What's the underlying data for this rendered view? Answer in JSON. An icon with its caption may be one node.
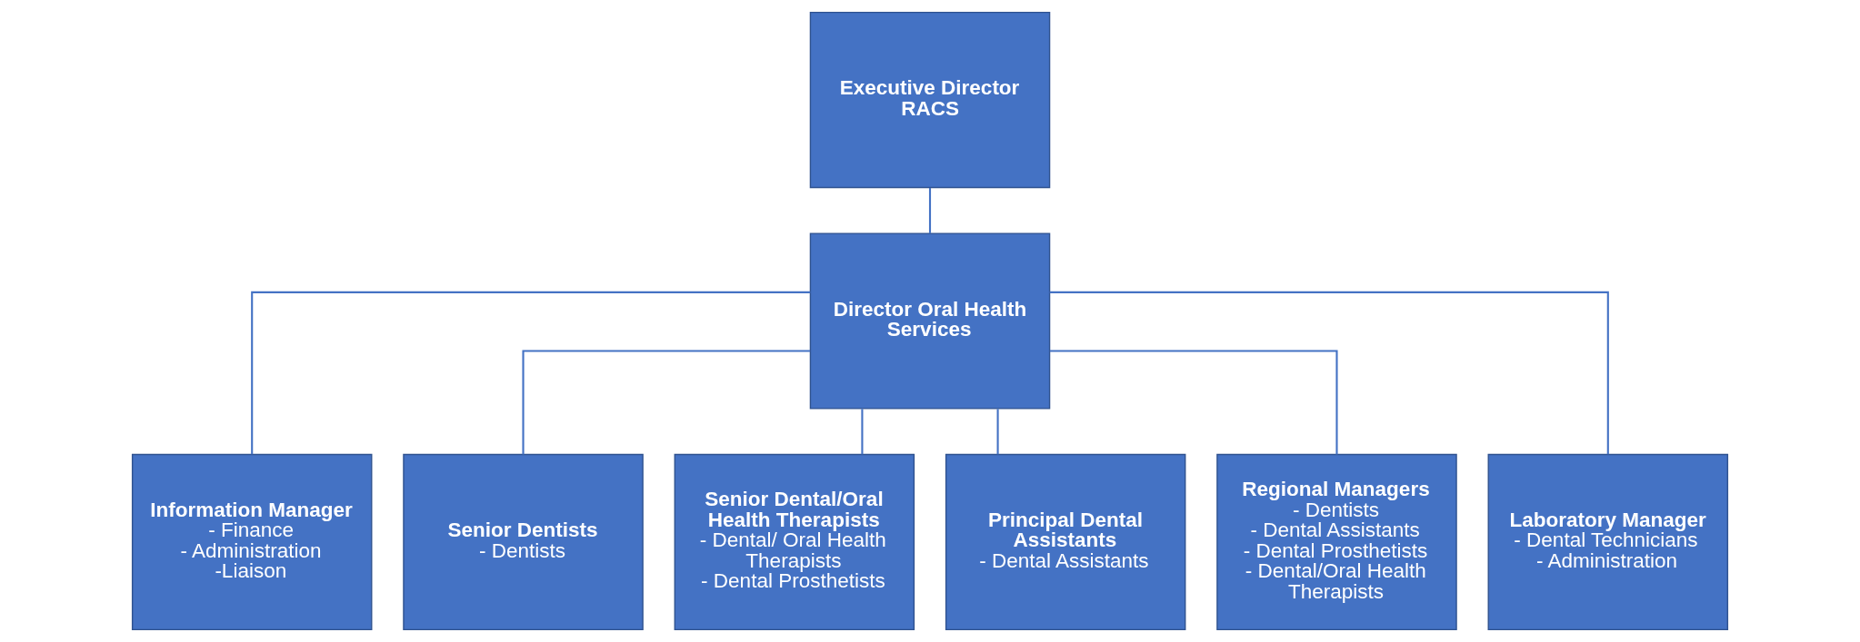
{
  "diagram": {
    "nodes": [
      {
        "text": [
          "Executive Director RACS"
        ]
      },
      {
        "text": [
          "Director Oral Health Services"
        ]
      },
      {
        "text": [
          "Information Manager",
          "- Finance",
          "- Administration",
          "-Liaison"
        ]
      },
      {
        "text": [
          "Senior Dentists",
          "- Dentists"
        ]
      },
      {
        "text": [
          "Senior Dental/Oral Health Therapists",
          "- Dental/ Oral Health Therapists",
          "- Dental Prosthetists"
        ]
      },
      {
        "text": [
          "Principal Dental Assistants",
          "- Dental Assistants"
        ]
      },
      {
        "text": [
          "Regional Managers",
          "- Dentists",
          "- Dental Assistants",
          "- Dental Prosthetists",
          "- Dental/Oral Health Therapists"
        ]
      },
      {
        "text": [
          "Laboratory Manager",
          "- Dental Technicians",
          "- Administration"
        ]
      }
    ],
    "edges": [
      {
        "from": 0,
        "to": 1,
        "arrow": "none"
      },
      {
        "from": 1,
        "to": 2,
        "arrow": "none"
      },
      {
        "from": 1,
        "to": 3,
        "arrow": "none"
      },
      {
        "from": 1,
        "to": 4,
        "arrow": "none"
      },
      {
        "from": 1,
        "to": 5,
        "arrow": "none"
      },
      {
        "from": 1,
        "to": 6,
        "arrow": "none"
      },
      {
        "from": 1,
        "to": 7,
        "arrow": "none"
      }
    ]
  }
}
